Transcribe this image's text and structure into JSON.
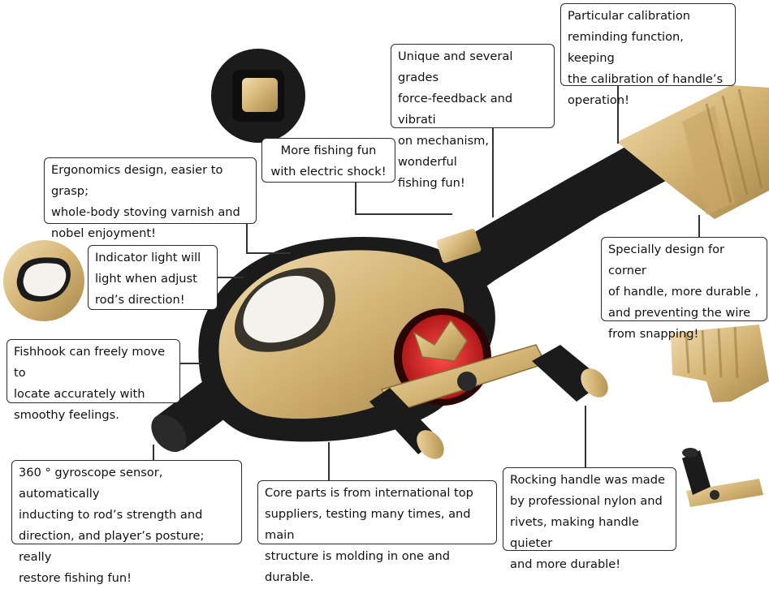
{
  "callouts": {
    "calibration": "Particular calibration\nreminding function, keeping\nthe calibration of handle’s\noperation!",
    "force_feedback": "Unique and several grades\nforce-feedback and vibrati\non mechanism, wonderful\nfishing fun!",
    "electric_shock": "More fishing fun\nwith electric shock!",
    "ergonomics": "Ergonomics design, easier to grasp;\n whole-body stoving varnish and\nnobel enjoyment!",
    "indicator": "Indicator light will\nlight when adjust\nrod’s direction!",
    "fishhook": "Fishhook can freely move to\nlocate accurately with\nsmoothy feelings.",
    "corner": "Specially design for corner\nof handle, more durable ,\nand preventing the wire\nfrom snapping!",
    "gyroscope": "360 ° gyroscope sensor, automatically\ninducting to rod’s strength and\ndirection, and player’s posture; really\nrestore fishing fun!",
    "core_parts": "Core parts is from international top\nsuppliers, testing many times, and main\nstructure is molding in one and durable.",
    "rocking_handle": "Rocking handle was made\nby professional nylon and\nrivets, making handle quieter\nand more durable!"
  },
  "colors": {
    "gold": "#d8bb7e",
    "black": "#1b1b1b",
    "red": "#c41818",
    "white": "#f4f2ec"
  }
}
